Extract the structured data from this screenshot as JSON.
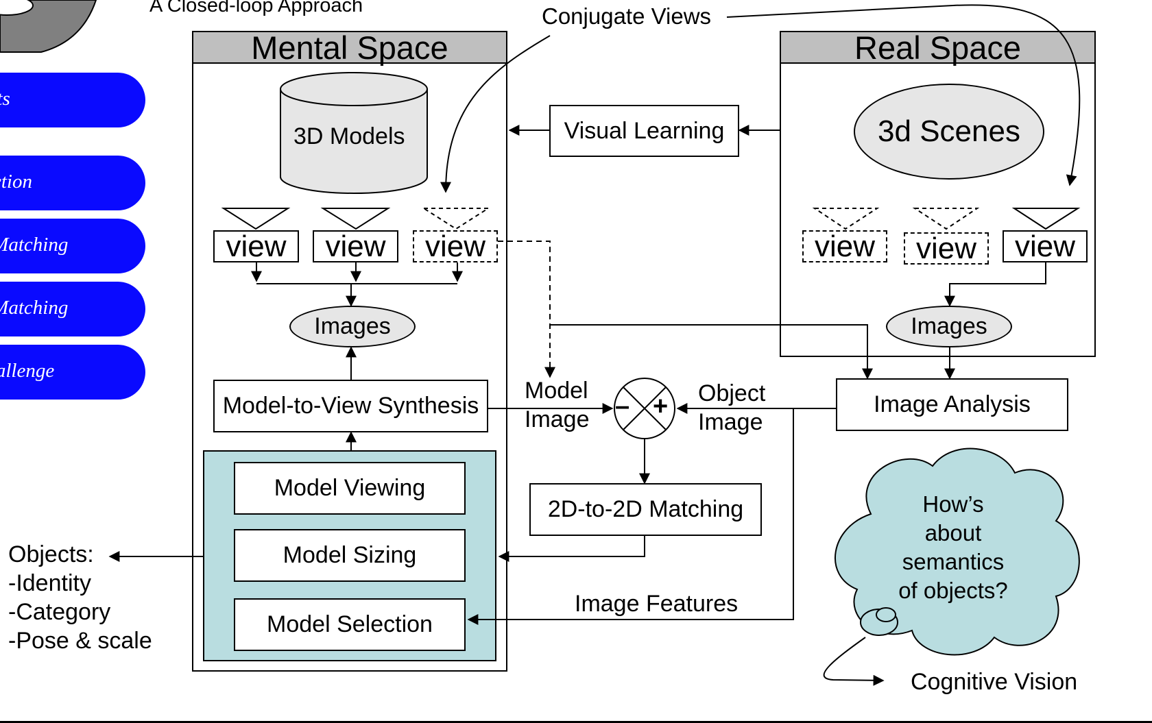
{
  "subtitle": "A Closed-loop Approach",
  "nav": [
    {
      "label": "tents"
    },
    {
      "label": "duction"
    },
    {
      "label": "D Matching"
    },
    {
      "label": "D Matching"
    },
    {
      "label": "Challenge"
    }
  ],
  "colors": {
    "nav_blue": "#0a0aff",
    "header_gray": "#bfbfbf",
    "teal_panel": "#b9dde0",
    "cloud": "#b9dde0",
    "ellipse_fill": "#e6e6e6"
  },
  "diagram": {
    "conjugate_views": "Conjugate Views",
    "mental_space": "Mental Space",
    "real_space": "Real Space",
    "models_3d": "3D Models",
    "scenes_3d": "3d Scenes",
    "visual_learning": "Visual Learning",
    "view": "view",
    "images": "Images",
    "model_to_view": "Model-to-View Synthesis",
    "model_viewing": "Model Viewing",
    "model_sizing": "Model Sizing",
    "model_selection": "Model Selection",
    "model_image_1": "Model",
    "model_image_2": "Image",
    "object_image_1": "Object",
    "object_image_2": "Image",
    "image_analysis": "Image Analysis",
    "matching_2d": "2D-to-2D Matching",
    "image_features": "Image Features",
    "minus": "–",
    "plus": "+",
    "objects_title": "Objects:",
    "objects_items": [
      "-Identity",
      "-Category",
      "-Pose & scale"
    ],
    "cloud_lines": [
      "How’s",
      "about",
      "semantics",
      "of objects?"
    ],
    "cognitive_vision": "Cognitive Vision"
  }
}
